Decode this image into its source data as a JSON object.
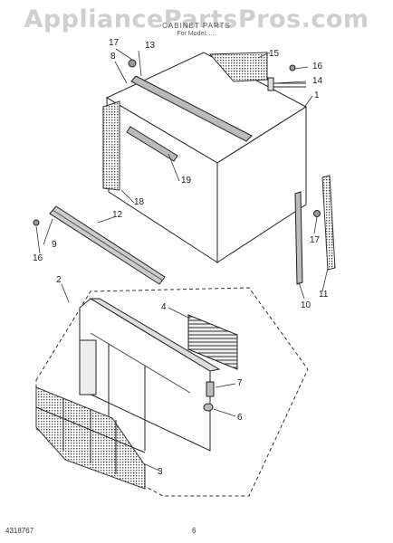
{
  "watermark": "AppliancePartsPros.com",
  "header": {
    "title": "CABINET PARTS",
    "subtitle": "For Model: ...."
  },
  "callouts": [
    "17",
    "13",
    "8",
    "15",
    "16",
    "14",
    "1",
    "19",
    "18",
    "12",
    "9",
    "16",
    "17",
    "11",
    "10",
    "2",
    "4",
    "7",
    "6",
    "3"
  ],
  "footer": {
    "part_number": "4318767",
    "page": "6"
  }
}
